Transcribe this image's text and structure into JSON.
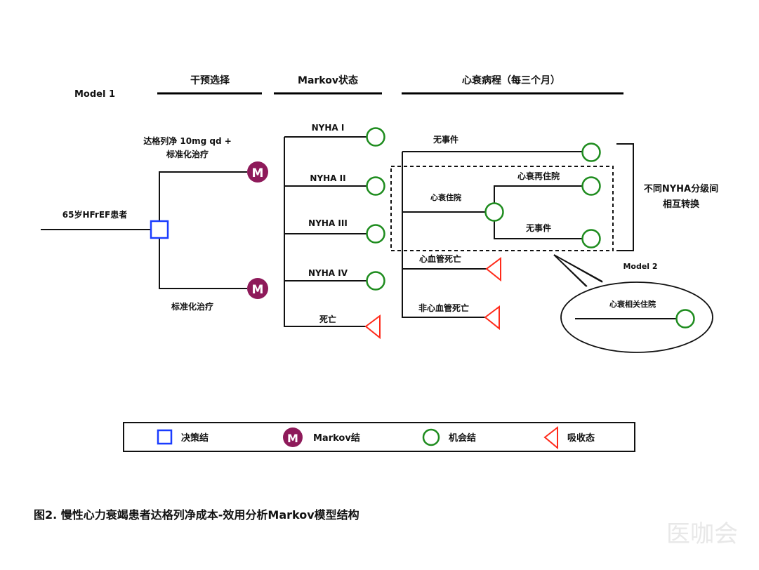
{
  "headers": {
    "model1": "Model 1",
    "intervention": "干预选择",
    "markov_states": "Markov状态",
    "course": "心衰病程（每三个月）"
  },
  "root": {
    "label": "65岁HFrEF患者"
  },
  "arms": [
    {
      "label_line1": "达格列净 10mg qd +",
      "label_line2": "标准化治疗"
    },
    {
      "label_line1": "标准化治疗"
    }
  ],
  "states": [
    "NYHA I",
    "NYHA II",
    "NYHA III",
    "NYHA IV",
    "死亡"
  ],
  "course": {
    "no_event": "无事件",
    "hf_hospitalization": "心衰住院",
    "hf_rehospitalization": "心衰再住院",
    "no_event_after": "无事件",
    "cv_death": "心血管死亡",
    "non_cv_death": "非心血管死亡"
  },
  "transition_note": {
    "line1": "不同NYHA分级间",
    "line2": "相互转换"
  },
  "model2": {
    "title": "Model 2",
    "label": "心衰相关住院"
  },
  "legend": [
    {
      "icon": "decision-node",
      "label": "决策结"
    },
    {
      "icon": "markov-node",
      "label": "Markov结",
      "glyph": "M"
    },
    {
      "icon": "chance-node",
      "label": "机会结"
    },
    {
      "icon": "terminal-node",
      "label": "吸收态"
    }
  ],
  "caption": "图2. 慢性心力衰竭患者达格列净成本-效用分析Markov模型结构",
  "watermark": "医咖会",
  "colors": {
    "decision": "#1a3cff",
    "markov": "#8e1a5a",
    "chance": "#1e8c1e",
    "terminal": "#ff2a1a",
    "line": "#111111"
  }
}
